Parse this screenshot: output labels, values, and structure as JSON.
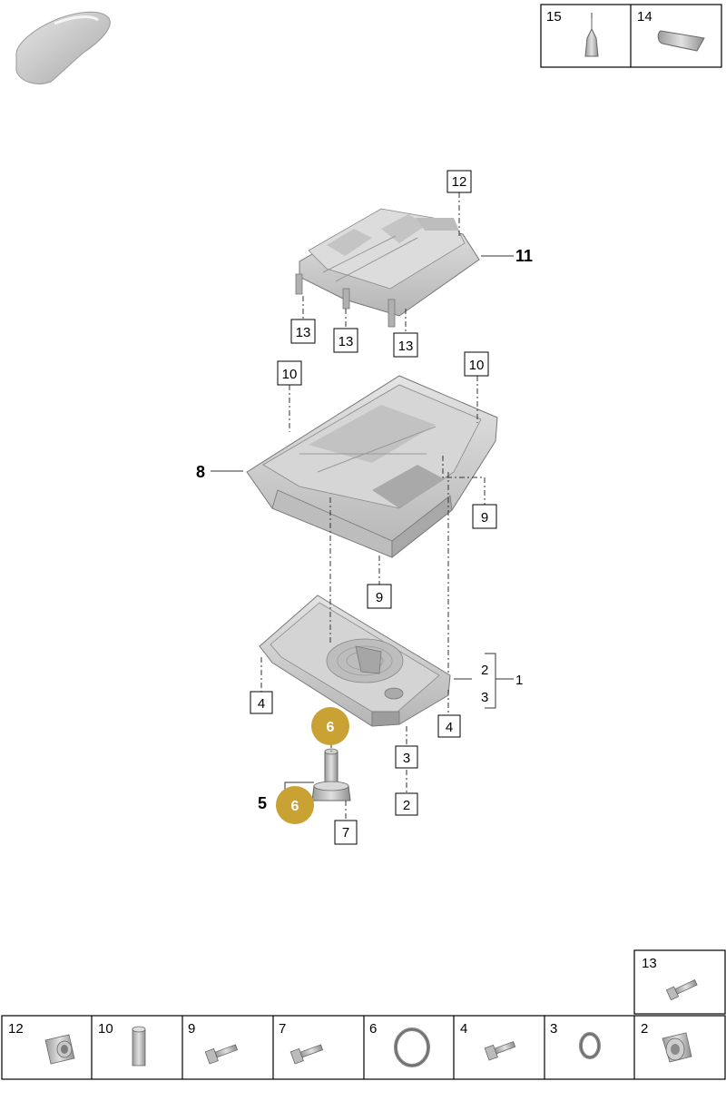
{
  "top_legend": [
    {
      "num": "15",
      "icon": "oil-bottle-icon"
    },
    {
      "num": "14",
      "icon": "sealant-tube-icon"
    }
  ],
  "callouts": {
    "c12": "12",
    "c11": "11",
    "c13a": "13",
    "c13b": "13",
    "c13c": "13",
    "c10a": "10",
    "c10b": "10",
    "c8": "8",
    "c9a": "9",
    "c9b": "9",
    "c2a": "2",
    "c3a": "3",
    "c1": "1",
    "c4a": "4",
    "c4b": "4",
    "c6a": "6",
    "c6b": "6",
    "c5": "5",
    "c3b": "3",
    "c2b": "2",
    "c7": "7"
  },
  "bottom_legend": {
    "top_cell": {
      "num": "13",
      "icon": "bolt-icon"
    },
    "cells": [
      {
        "num": "12",
        "icon": "sleeve-nut-icon"
      },
      {
        "num": "10",
        "icon": "dowel-pin-icon"
      },
      {
        "num": "9",
        "icon": "bolt-icon"
      },
      {
        "num": "7",
        "icon": "bolt-icon"
      },
      {
        "num": "6",
        "icon": "o-ring-icon"
      },
      {
        "num": "4",
        "icon": "bolt-icon"
      },
      {
        "num": "3",
        "icon": "sealing-ring-icon"
      },
      {
        "num": "2",
        "icon": "drain-plug-icon"
      }
    ]
  },
  "colors": {
    "badge": "#c9a233",
    "part": "#cfcfcf",
    "line": "#333333"
  }
}
